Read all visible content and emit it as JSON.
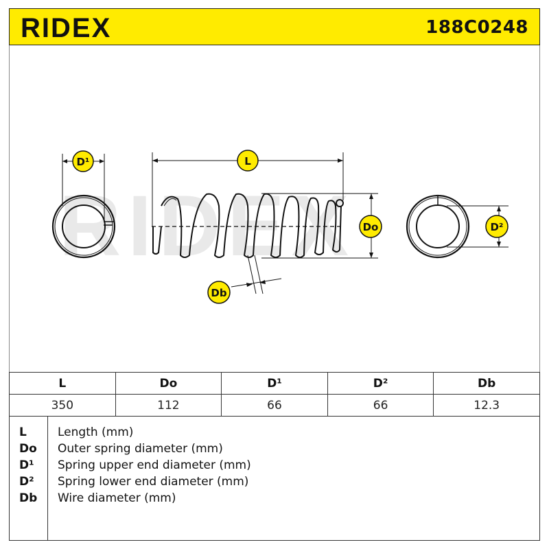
{
  "header": {
    "brand": "RIDEX",
    "part_number": "188C0248",
    "accent_color": "#ffeb00"
  },
  "drawing": {
    "watermark": "RIDEX",
    "labels": {
      "d1": "D¹",
      "l": "L",
      "do": "Do",
      "d2": "D²",
      "db": "Db"
    }
  },
  "table": {
    "headers": [
      "L",
      "Do",
      "D¹",
      "D²",
      "Db"
    ],
    "values": [
      "350",
      "112",
      "66",
      "66",
      "12.3"
    ]
  },
  "legend": [
    {
      "key": "L",
      "desc": "Length (mm)"
    },
    {
      "key": "Do",
      "desc": "Outer spring diameter (mm)"
    },
    {
      "key": "D¹",
      "desc": "Spring upper end diameter (mm)"
    },
    {
      "key": "D²",
      "desc": "Spring lower end diameter (mm)"
    },
    {
      "key": "Db",
      "desc": "Wire diameter (mm)"
    }
  ]
}
